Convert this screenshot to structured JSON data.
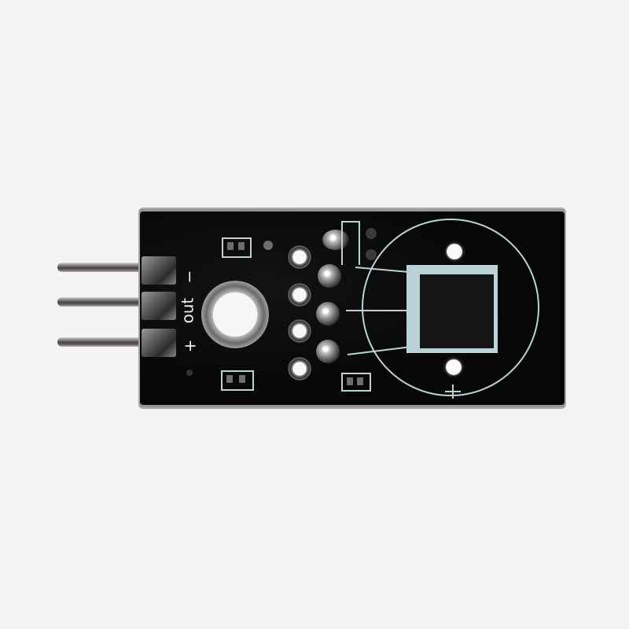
{
  "image": {
    "subject": "Temperature sensor breakout module (PCB)",
    "background_color": "#f4f4f4",
    "pcb_color": "#070707",
    "silkscreen_color": "#b9d3d6"
  },
  "header": {
    "pin_count": 3,
    "labels": [
      "−",
      "out",
      "+"
    ]
  },
  "sensor": {
    "polarity_mark": "+"
  }
}
